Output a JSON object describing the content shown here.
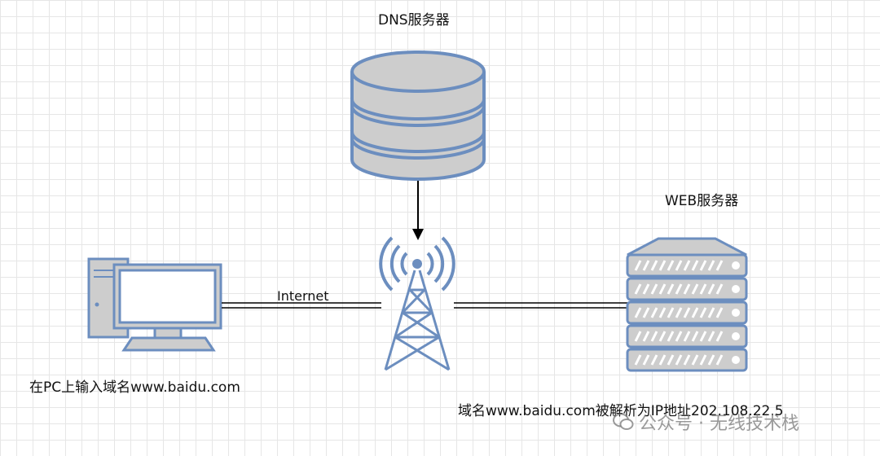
{
  "labels": {
    "dns_server": "DNS服务器",
    "web_server": "WEB服务器",
    "internet": "Internet",
    "pc_caption": "在PC上输入域名www.baidu.com",
    "web_caption": "域名www.baidu.com被解析为IP地址202.108.22.5"
  },
  "watermark": "公众号 · 无线技术栈",
  "colors": {
    "node_fill": "#cdcdcd",
    "node_stroke": "#6c8ebf",
    "pc_screen": "#ffffff",
    "tower": "#6c8ebf",
    "grid": "#e6e6e6"
  },
  "icons": [
    "database-icon",
    "radio-tower-icon",
    "desktop-pc-icon",
    "server-rack-icon",
    "wechat-icon"
  ]
}
